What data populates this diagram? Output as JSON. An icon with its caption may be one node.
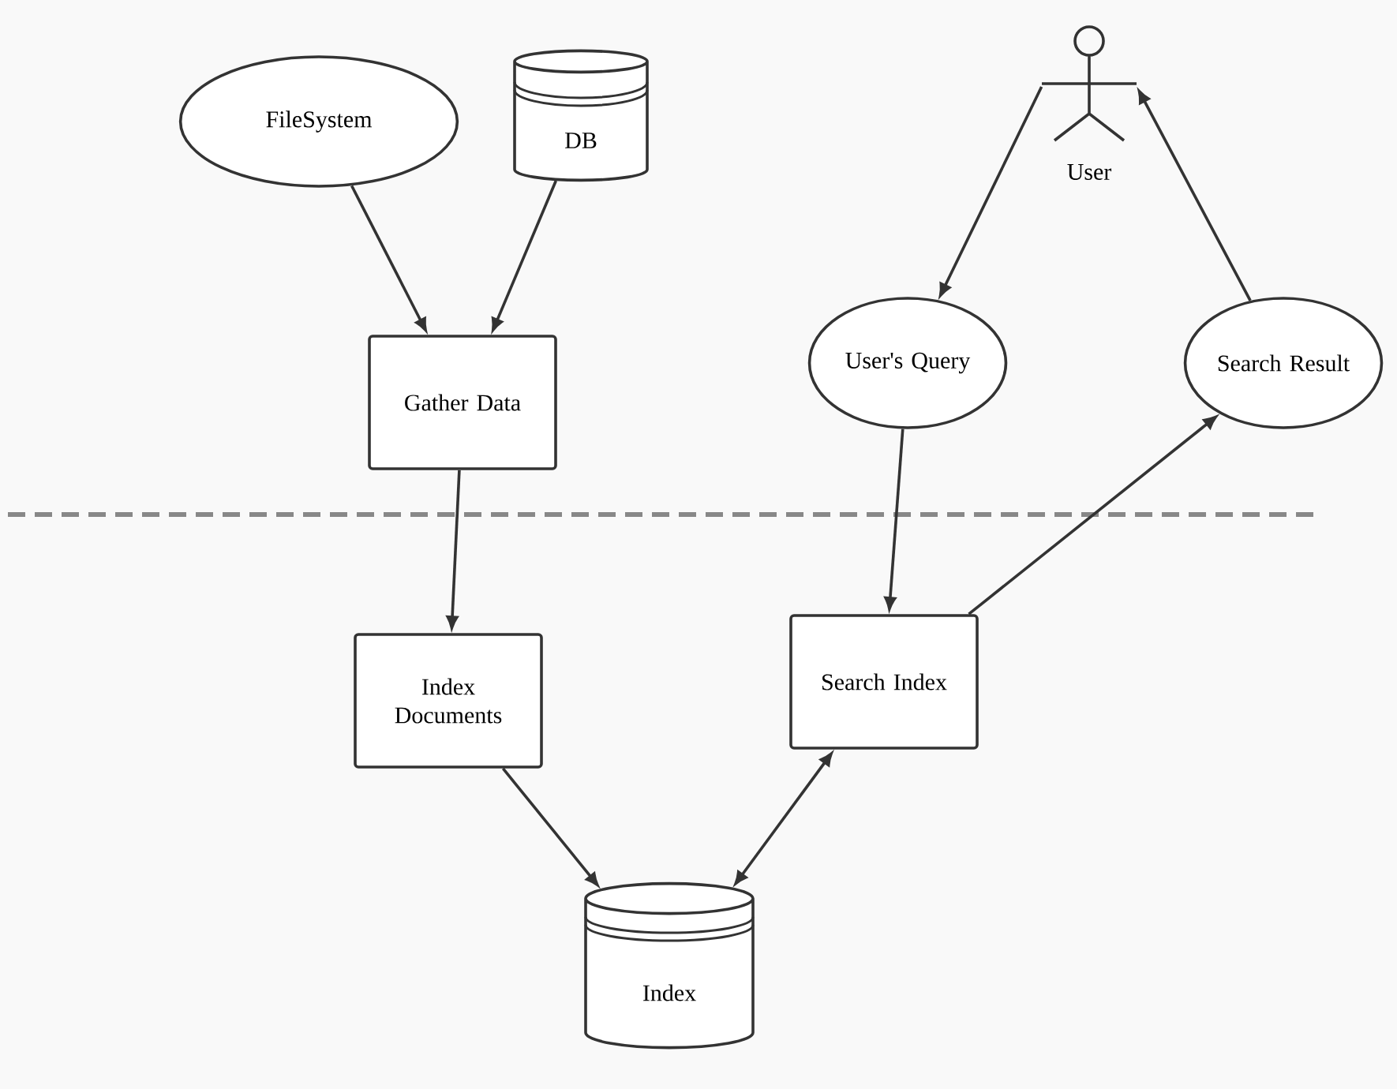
{
  "diagram": {
    "nodes": [
      {
        "text": [
          "FileSystem"
        ]
      },
      {
        "text": [
          "DB"
        ]
      },
      {
        "text": [
          "User"
        ]
      },
      {
        "text": [
          "Gather Data"
        ]
      },
      {
        "text": [
          "User's Query"
        ]
      },
      {
        "text": [
          "Search Result"
        ]
      },
      {
        "text": [
          "Index Documents"
        ]
      },
      {
        "text": [
          "Search Index"
        ]
      },
      {
        "text": [
          "Index"
        ]
      }
    ],
    "edges": [
      {
        "from": 0,
        "to": 3,
        "arrow": "to"
      },
      {
        "from": 1,
        "to": 3,
        "arrow": "to"
      },
      {
        "from": 2,
        "to": 4,
        "arrow": "to"
      },
      {
        "from": 5,
        "to": 2,
        "arrow": "to"
      },
      {
        "from": 3,
        "to": 6,
        "arrow": "to"
      },
      {
        "from": 4,
        "to": 7,
        "arrow": "to"
      },
      {
        "from": 7,
        "to": 5,
        "arrow": "to"
      },
      {
        "from": 6,
        "to": 8,
        "arrow": "to"
      },
      {
        "from": 7,
        "to": 8,
        "arrow": "both"
      }
    ]
  }
}
